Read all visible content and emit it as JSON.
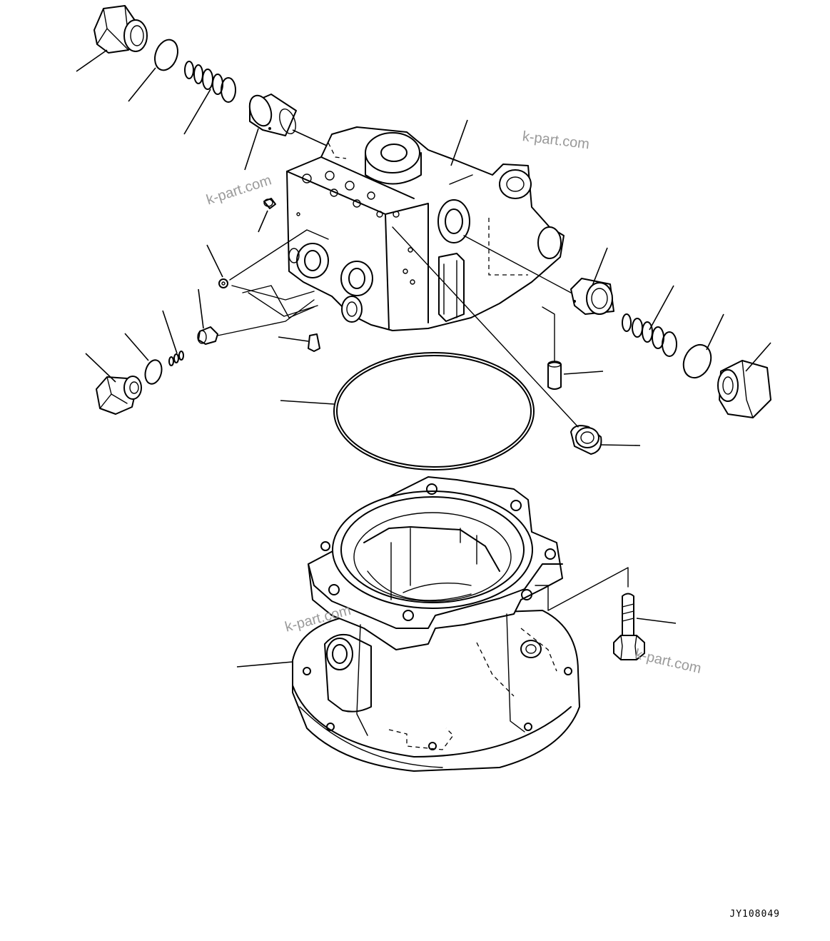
{
  "watermark": "k-part.com",
  "drawing_id": "JY108049",
  "parts": [
    {
      "name": "valve-plug",
      "icon": "hex-plug-icon"
    },
    {
      "name": "o-ring",
      "icon": "o-ring-icon"
    },
    {
      "name": "spring",
      "icon": "spring-icon"
    },
    {
      "name": "spool",
      "icon": "spool-icon"
    },
    {
      "name": "valve-body",
      "icon": "valve-body-icon"
    },
    {
      "name": "pin",
      "icon": "pin-icon"
    },
    {
      "name": "seal-ring",
      "icon": "seal-ring-icon"
    },
    {
      "name": "bushing",
      "icon": "bushing-icon"
    },
    {
      "name": "housing",
      "icon": "housing-icon"
    },
    {
      "name": "bolt",
      "icon": "bolt-icon"
    }
  ]
}
